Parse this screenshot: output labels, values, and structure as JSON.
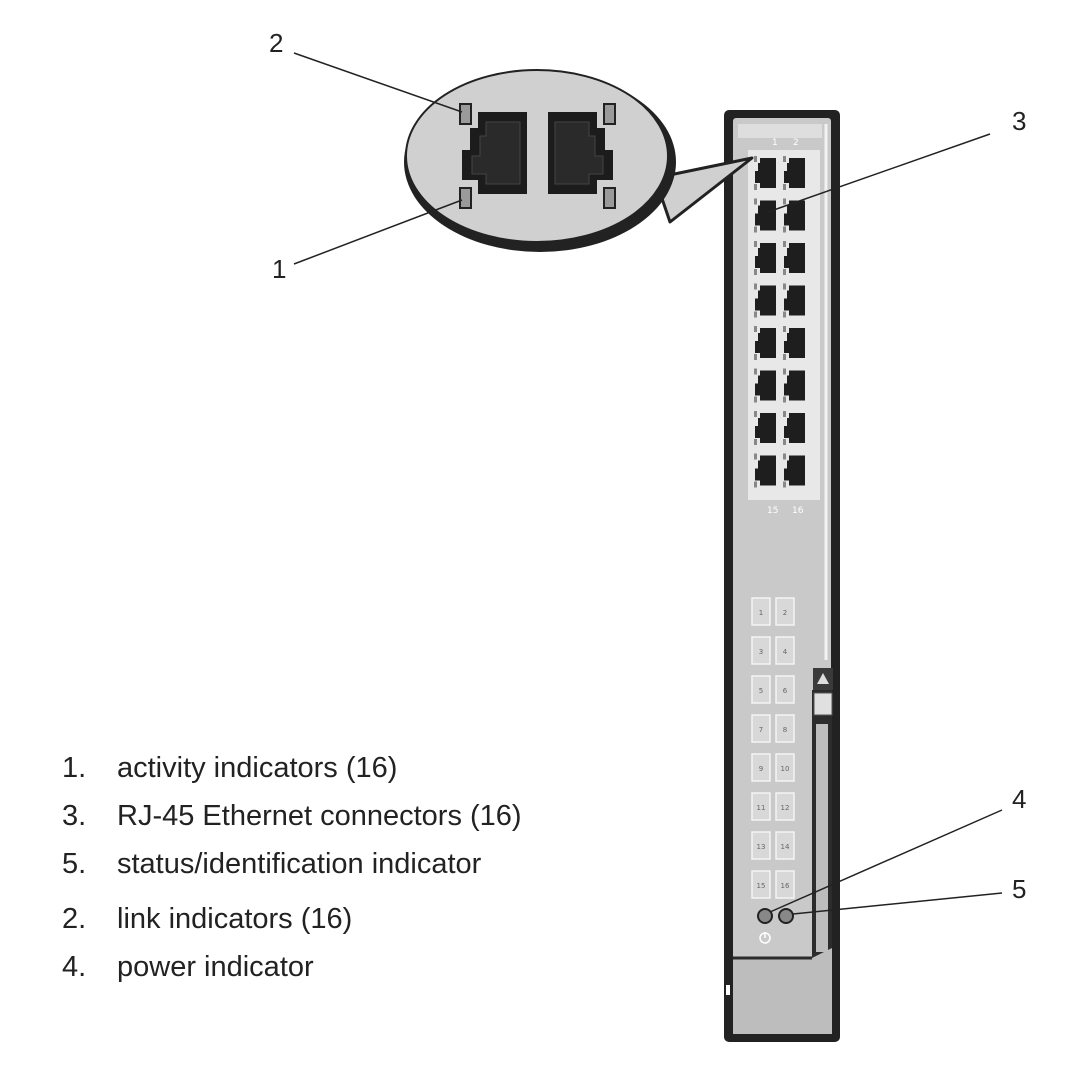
{
  "callouts": {
    "c1": "1",
    "c2": "2",
    "c3": "3",
    "c4": "4",
    "c5": "5"
  },
  "port_labels": {
    "top_left": "1",
    "top_right": "2",
    "bottom_left": "15",
    "bottom_right": "16"
  },
  "indicator_labels": [
    "1",
    "2",
    "3",
    "4",
    "5",
    "6",
    "7",
    "8",
    "9",
    "10",
    "11",
    "12",
    "13",
    "14",
    "15",
    "16"
  ],
  "legend": [
    {
      "num": "1.",
      "text": "activity indicators (16)"
    },
    {
      "num": "3.",
      "text": "RJ-45 Ethernet connectors (16)"
    },
    {
      "num": "5.",
      "text": "status/identification indicator"
    },
    {
      "num": "2.",
      "text": "link indicators (16)"
    },
    {
      "num": "4.",
      "text": "power indicator"
    }
  ]
}
